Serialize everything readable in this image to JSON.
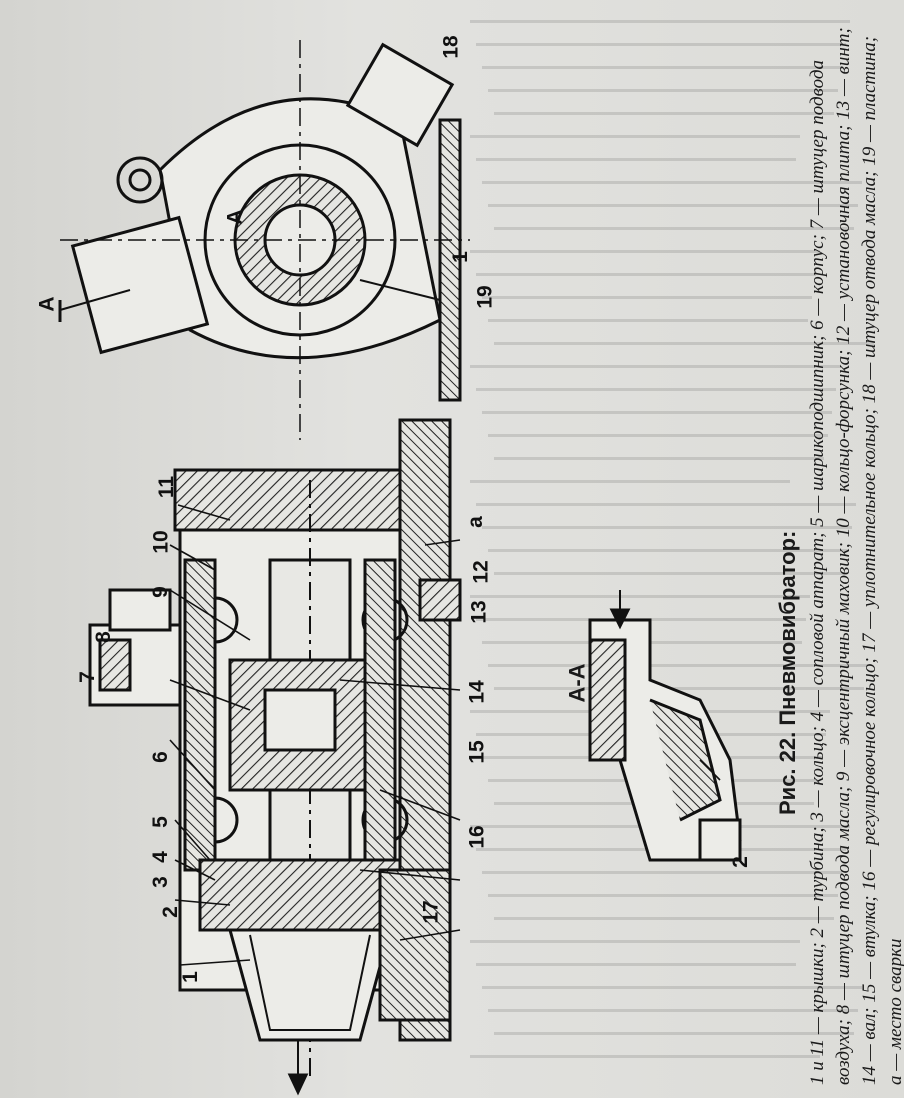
{
  "figure": {
    "title": "Рис. 22. Пневмовибратор:",
    "legend": "1 и 11 — крышки; 2 — турбина; 3 — кольцо; 4 — сопловой аппарат; 5 — шарикоподшипник; 6 — корпус; 7 — штуцер подвода воздуха; 8 — штуцер подвода масла; 9 — эксцентричный маховик; 10 — кольцо-форсунка; 12 — установочная плита; 13 — винт; 14 — вал; 15 — втулка; 16 — регулировочное кольцо; 17 — уплотнительное кольцо; 18 — штуцер отвода масла; 19 — пластина; a — место сварки",
    "section_label": "A-A",
    "callouts": [
      "1",
      "2",
      "3",
      "4",
      "5",
      "6",
      "7",
      "8",
      "9",
      "10",
      "11",
      "12",
      "13",
      "14",
      "15",
      "16",
      "17",
      "18",
      "19",
      "a",
      "1",
      "A",
      "A",
      "2"
    ]
  }
}
